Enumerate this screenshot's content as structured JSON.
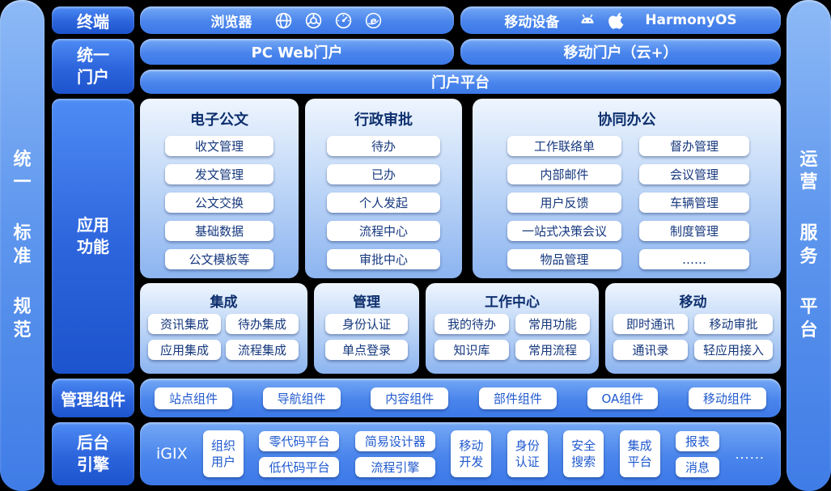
{
  "colors": {
    "label_blue_top": "#4e8cf4",
    "label_blue_bottom": "#1d54cd",
    "bar_blue_top": "#74a8f5",
    "bar_blue_bottom": "#3c79e8",
    "panel_light_top": "#eef5fe",
    "panel_light_bottom": "#8cb4f0",
    "chip_text": "#16387e",
    "background": "#000000"
  },
  "rails": {
    "left_lines": [
      "统一",
      "标准",
      "规范"
    ],
    "right_lines": [
      "运营",
      "服务",
      "平台"
    ]
  },
  "terminal": {
    "label": "终端",
    "browser_title": "浏览器",
    "browser_icons": [
      "globe-icon",
      "chrome-icon",
      "gauge-icon",
      "ie-icon"
    ],
    "mobile_title": "移动设备",
    "mobile_icons": [
      "android-icon",
      "apple-icon"
    ],
    "harmony_label": "HarmonyOS"
  },
  "portal": {
    "label_lines": [
      "统一",
      "门户"
    ],
    "pc_web": "PC Web门户",
    "mobile": "移动门户（云+）",
    "platform": "门户平台"
  },
  "app": {
    "label_lines": [
      "应用",
      "功能"
    ],
    "doc": {
      "title": "电子公文",
      "items": [
        "收文管理",
        "发文管理",
        "公文交换",
        "基础数据",
        "公文模板等"
      ]
    },
    "approval": {
      "title": "行政审批",
      "items": [
        "待办",
        "已办",
        "个人发起",
        "流程中心",
        "审批中心"
      ]
    },
    "collab": {
      "title": "协同办公",
      "left_items": [
        "工作联络单",
        "内部邮件",
        "用户反馈",
        "一站式决策会议",
        "物品管理"
      ],
      "right_items": [
        "督办管理",
        "会议管理",
        "车辆管理",
        "制度管理",
        "……"
      ]
    },
    "integration": {
      "title": "集成",
      "items": [
        "资讯集成",
        "待办集成",
        "应用集成",
        "流程集成"
      ]
    },
    "mgmt": {
      "title": "管理",
      "items": [
        "身份认证",
        "单点登录"
      ]
    },
    "workcenter": {
      "title": "工作中心",
      "items": [
        "我的待办",
        "常用功能",
        "知识库",
        "常用流程"
      ]
    },
    "mobile": {
      "title": "移动",
      "items": [
        "即时通讯",
        "移动审批",
        "通讯录",
        "轻应用接入"
      ]
    }
  },
  "components": {
    "label": "管理组件",
    "items": [
      "站点组件",
      "导航组件",
      "内容组件",
      "部件组件",
      "OA组件",
      "移动组件"
    ]
  },
  "engine": {
    "label_lines": [
      "后台",
      "引擎"
    ],
    "igix": "iGIX",
    "org_user": "组织用户",
    "zero_code": "零代码平台",
    "low_code": "低代码平台",
    "easy_designer": "简易设计器",
    "flow_engine": "流程引擎",
    "mobile_dev": "移动开发",
    "identity": "身份认证",
    "secure_search": "安全搜索",
    "integration_platform": "集成平台",
    "report": "报表",
    "message": "消息",
    "dots": "......"
  }
}
